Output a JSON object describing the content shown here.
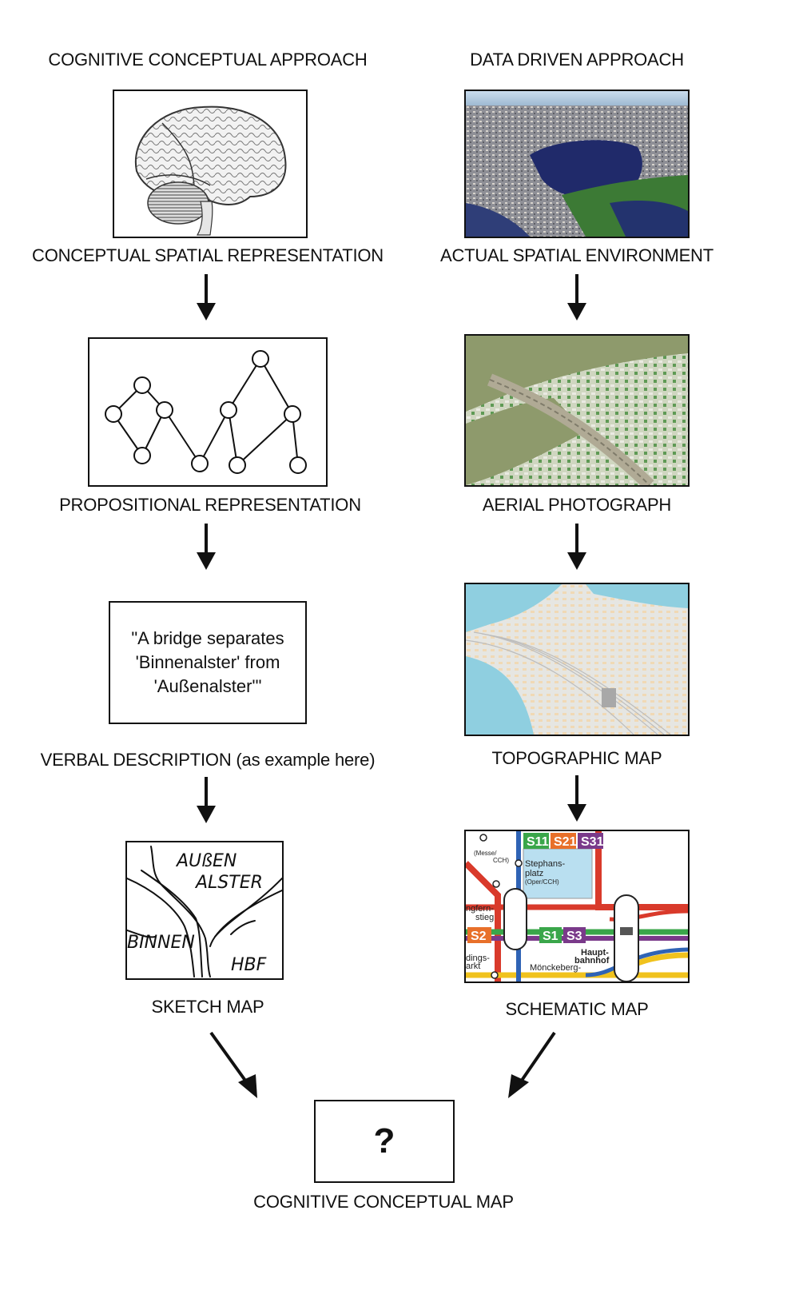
{
  "left_column": {
    "heading": "COGNITIVE CONCEPTUAL APPROACH",
    "step1_label": "CONCEPTUAL SPATIAL REPRESENTATION",
    "step2_label": "PROPOSITIONAL REPRESENTATION",
    "step3_label": "VERBAL DESCRIPTION (as example here)",
    "step4_label": "SKETCH MAP",
    "verbal_text": {
      "line1": "\"A bridge separates",
      "line2": "'Binnenalster' from",
      "line3": "'Außenalster'\""
    },
    "sketch_text": {
      "aussen": "AUßEN",
      "alster": "ALSTER",
      "binnen": "BINNEN",
      "hbf": "HBF"
    }
  },
  "right_column": {
    "heading": "DATA DRIVEN APPROACH",
    "step1_label": "ACTUAL SPATIAL ENVIRONMENT",
    "step2_label": "AERIAL PHOTOGRAPH",
    "step3_label": "TOPOGRAPHIC MAP",
    "step4_label": "SCHEMATIC MAP",
    "schematic_text": {
      "s11": "S11",
      "s21": "S21",
      "s31": "S31",
      "s2": "S2",
      "s1": "S1",
      "s3": "S3",
      "messe": "(Messe/",
      "cch": "CCH)",
      "stephans": "Stephans-",
      "platz": "platz",
      "oper": "(Oper/CCH)",
      "jungfern": "ngfern-",
      "stieg": "stieg",
      "haupt": "Haupt-",
      "bahnhof": "bahnhof",
      "dings": "dings-",
      "markt": "arkt",
      "monckeberg": "Mönckeberg-"
    }
  },
  "result": {
    "symbol": "?",
    "label": "COGNITIVE CONCEPTUAL MAP"
  },
  "colors": {
    "ink": "#111111",
    "water": "#8fcfe0",
    "line_red": "#d93a2b",
    "line_green": "#3aa64a",
    "line_blue": "#2f63b5",
    "line_yellow": "#f0c21d",
    "line_purple": "#7a3a8a",
    "s21_orange": "#e8702a"
  }
}
